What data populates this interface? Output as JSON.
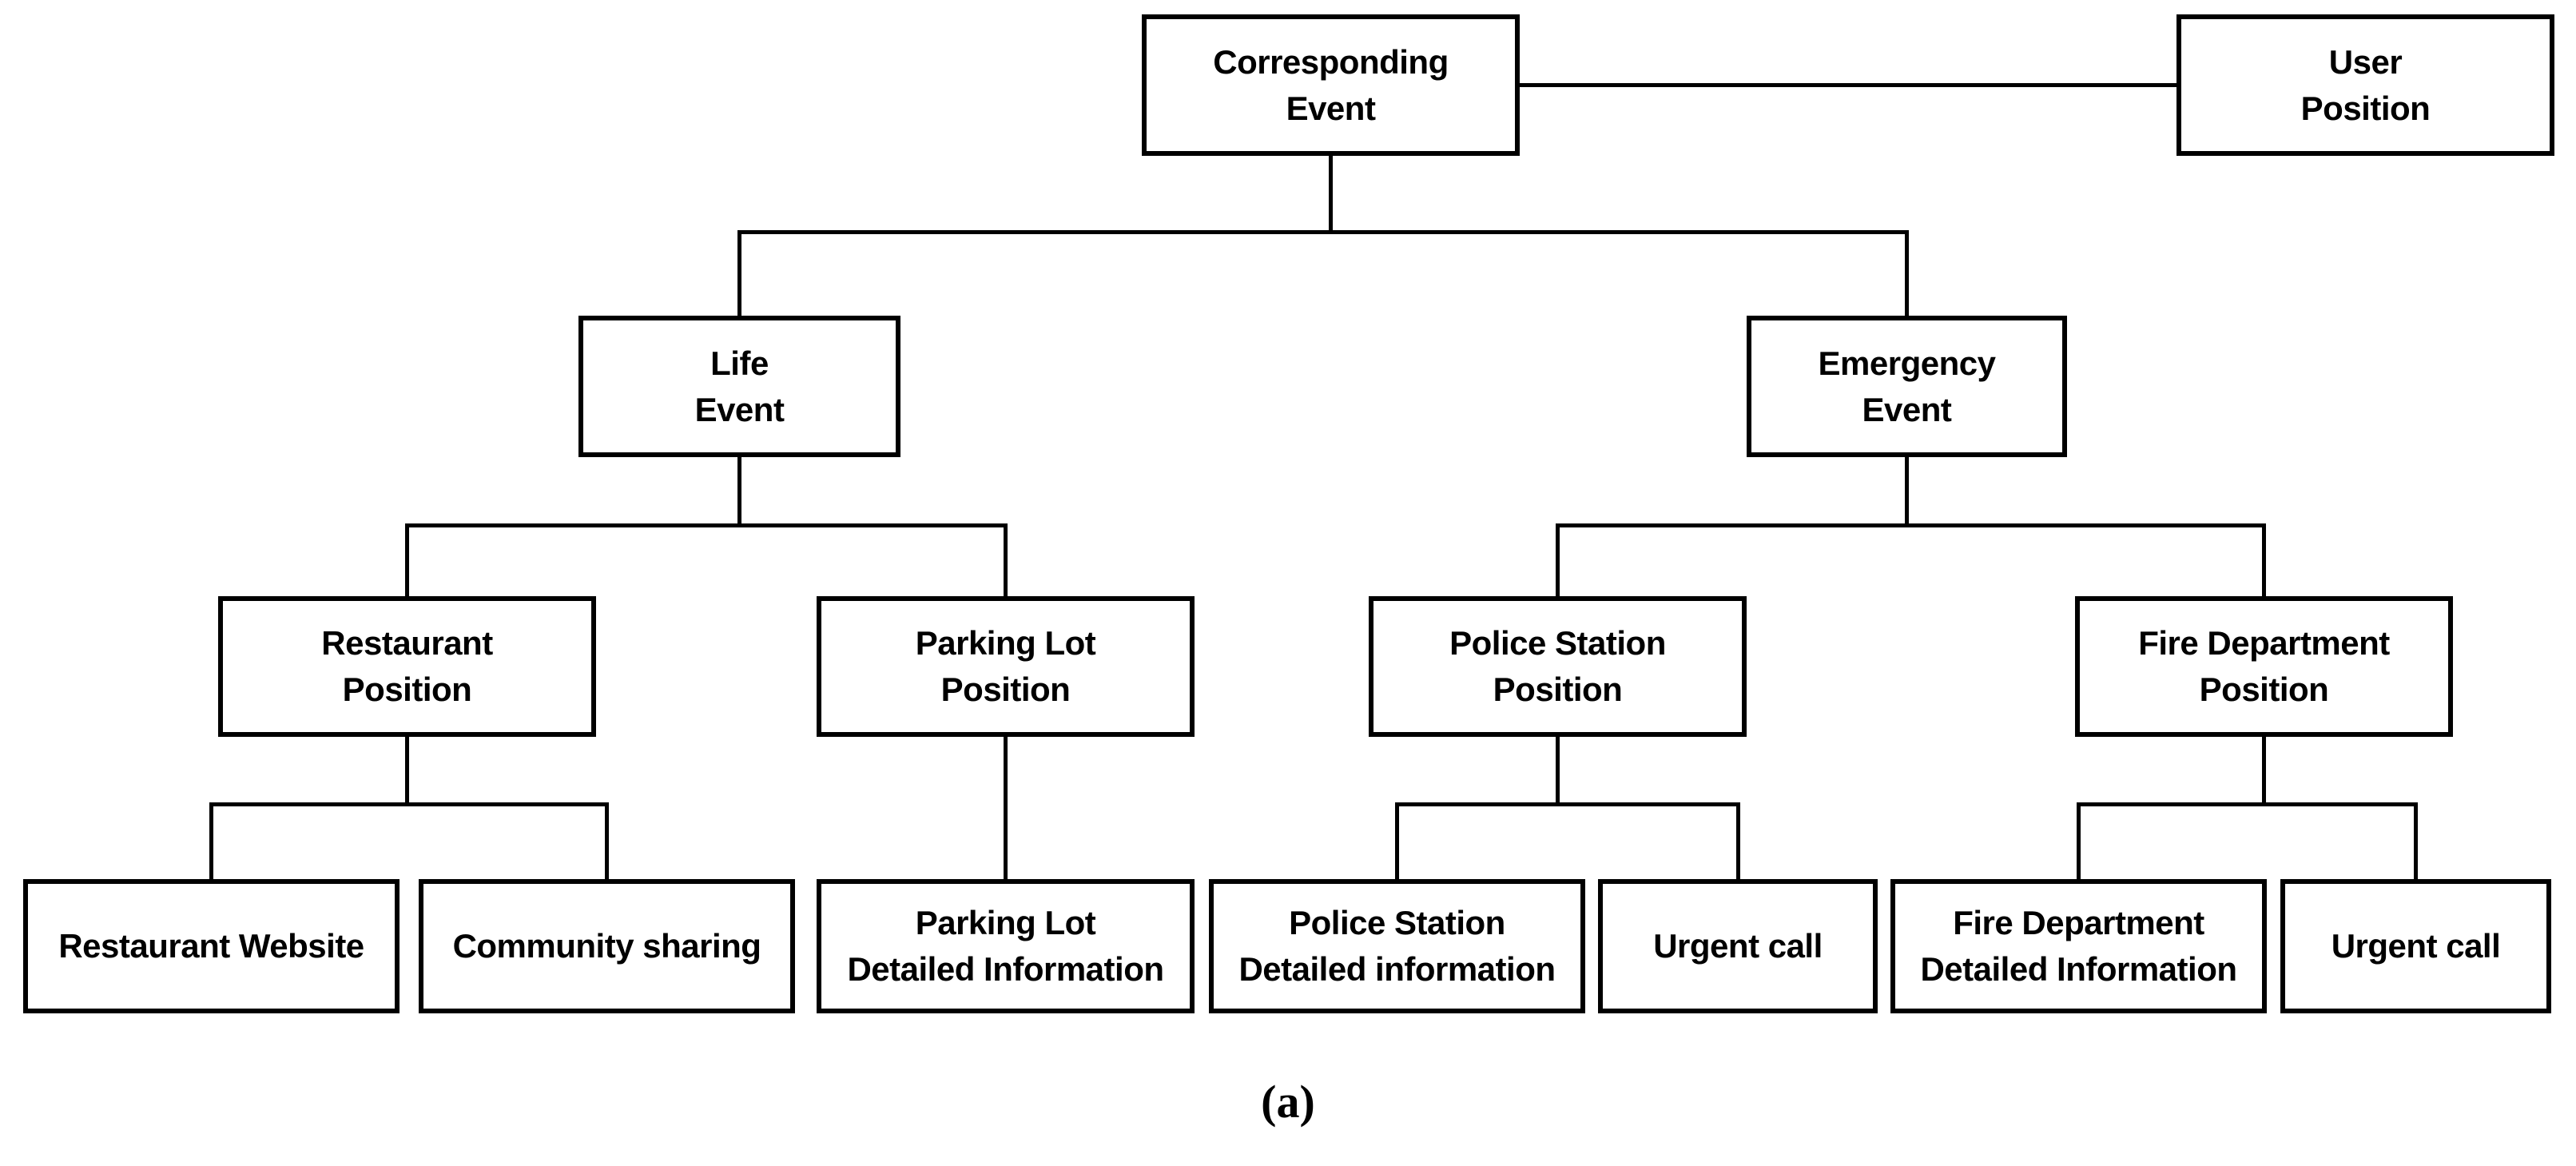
{
  "figure": {
    "caption": "(a)",
    "background_color": "#ffffff",
    "line_color": "#000000",
    "type": "hierarchy-tree-diagram"
  },
  "nodes": [
    {
      "id": "corresponding-event",
      "label": "Corresponding\nEvent"
    },
    {
      "id": "user-position",
      "label": "User\nPosition"
    },
    {
      "id": "life-event",
      "label": "Life\nEvent"
    },
    {
      "id": "emergency-event",
      "label": "Emergency\nEvent"
    },
    {
      "id": "restaurant-position",
      "label": "Restaurant\nPosition"
    },
    {
      "id": "parking-lot-position",
      "label": "Parking Lot\nPosition"
    },
    {
      "id": "police-station-position",
      "label": "Police Station\nPosition"
    },
    {
      "id": "fire-department-position",
      "label": "Fire Department\nPosition"
    },
    {
      "id": "restaurant-website",
      "label": "Restaurant Website"
    },
    {
      "id": "community-sharing",
      "label": "Community sharing"
    },
    {
      "id": "parking-lot-detailed-information",
      "label": "Parking Lot\nDetailed Information"
    },
    {
      "id": "police-station-detailed-information",
      "label": "Police Station\nDetailed information"
    },
    {
      "id": "urgent-call-police",
      "label": "Urgent call"
    },
    {
      "id": "fire-department-detailed-information",
      "label": "Fire Department\nDetailed Information"
    },
    {
      "id": "urgent-call-fire",
      "label": "Urgent call"
    }
  ],
  "edges": [
    {
      "from": "corresponding-event",
      "to": "user-position"
    },
    {
      "from": "corresponding-event",
      "to": "life-event"
    },
    {
      "from": "corresponding-event",
      "to": "emergency-event"
    },
    {
      "from": "life-event",
      "to": "restaurant-position"
    },
    {
      "from": "life-event",
      "to": "parking-lot-position"
    },
    {
      "from": "emergency-event",
      "to": "police-station-position"
    },
    {
      "from": "emergency-event",
      "to": "fire-department-position"
    },
    {
      "from": "restaurant-position",
      "to": "restaurant-website"
    },
    {
      "from": "restaurant-position",
      "to": "community-sharing"
    },
    {
      "from": "parking-lot-position",
      "to": "parking-lot-detailed-information"
    },
    {
      "from": "police-station-position",
      "to": "police-station-detailed-information"
    },
    {
      "from": "police-station-position",
      "to": "urgent-call-police"
    },
    {
      "from": "fire-department-position",
      "to": "fire-department-detailed-information"
    },
    {
      "from": "fire-department-position",
      "to": "urgent-call-fire"
    }
  ]
}
